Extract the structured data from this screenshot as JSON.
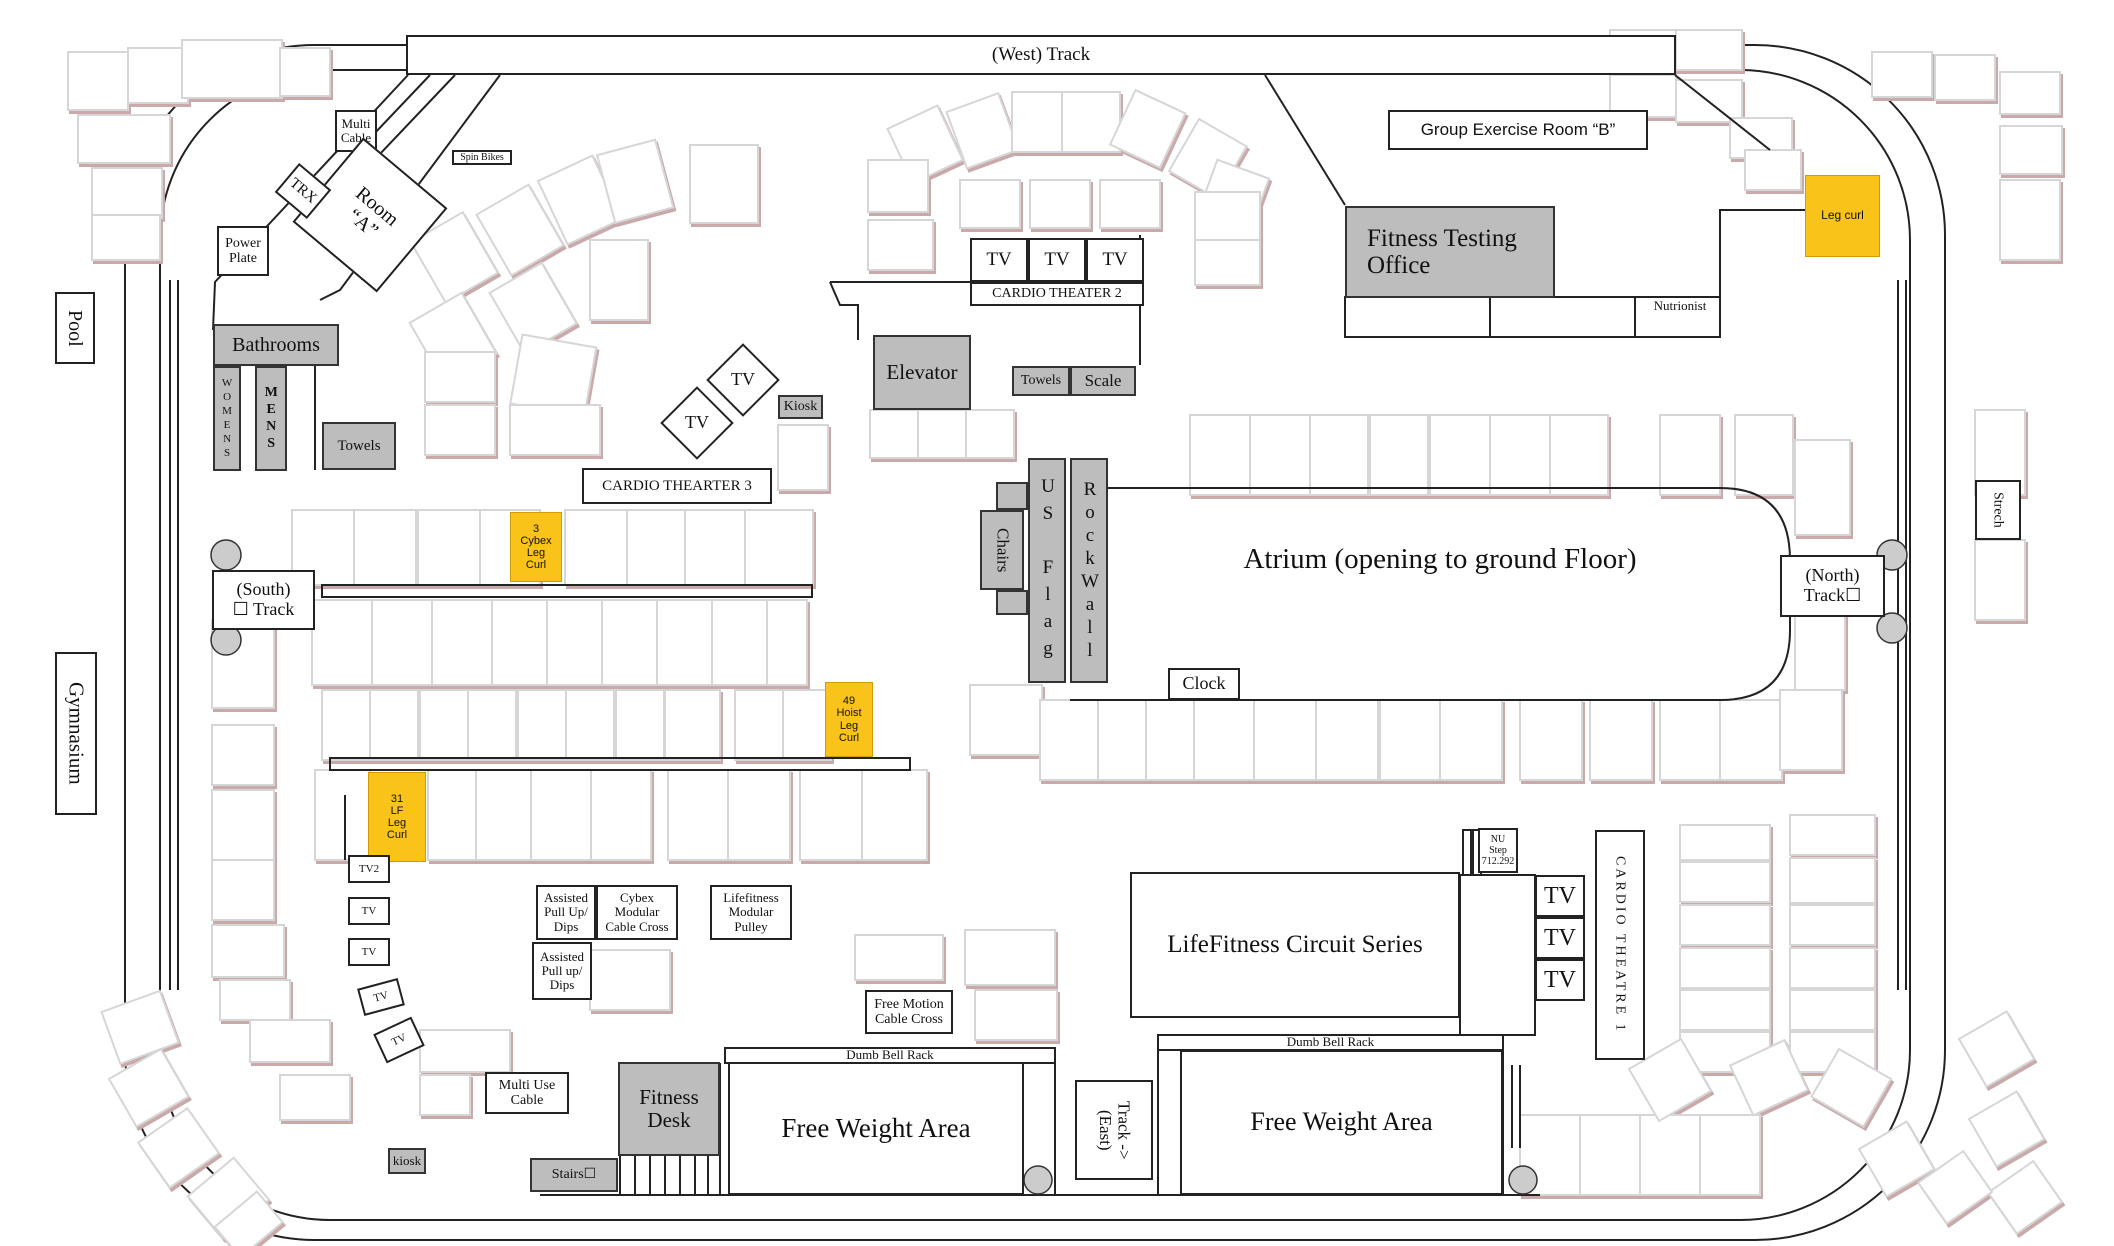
{
  "track": {
    "west": "(West) Track",
    "south": "(South)\n☐ Track",
    "north": "(North)\nTrack☐",
    "east": "Track ->\n(East)"
  },
  "outside": {
    "pool": "Pool",
    "gymnasium": "Gymnasium",
    "stretch": "Strech"
  },
  "rooms": {
    "room_a": "Room\n“A”",
    "multi_cable": "Multi\nCable",
    "spin_bikes": "Spin Bikes",
    "trx": "TRX",
    "power_plate": "Power\nPlate",
    "bathrooms": "Bathrooms",
    "womens": "WOMENS",
    "mens": "MENS",
    "towels_left": "Towels",
    "group_exercise_b": "Group Exercise Room “B”",
    "fitness_testing": "Fitness Testing\nOffice",
    "nutrionist": "Nutrionist",
    "elevator": "Elevator",
    "towels_center": "Towels",
    "scale": "Scale",
    "kiosk_top": "Kiosk",
    "cardio_theater_2": "CARDIO THEATER  2",
    "cardio_thearter_3": "CARDIO THEARTER  3",
    "chairs": "Chairs",
    "us_flag": "US Flag",
    "rock_wall": "RockWall",
    "atrium": "Atrium (opening to ground Floor)",
    "clock": "Clock",
    "lifefitness_circuit": "LifeFitness Circuit Series",
    "nu_step": "NU\nStep\n712.292",
    "cardio_theatre_1": "CARDIO THEATRE 1",
    "dumb_bell_rack_1": "Dumb Bell Rack",
    "dumb_bell_rack_2": "Dumb Bell Rack",
    "free_weight_1": "Free Weight Area",
    "free_weight_2": "Free Weight Area",
    "fitness_desk": "Fitness\nDesk",
    "stairs": "Stairs☐",
    "kiosk_bottom": "kiosk",
    "multi_use_cable": "Multi Use\nCable",
    "free_motion": "Free Motion\nCable Cross",
    "assisted_1": "Assisted\nPull Up/\nDips",
    "assisted_2": "Assisted\nPull up/\nDips",
    "cybex_modular": "Cybex\nModular\nCable Cross",
    "lifefitness_modular": "Lifefitness\nModular\nPulley"
  },
  "tv_label": "TV",
  "tv2_label": "TV2",
  "highlights": {
    "leg_curl_top": "Leg curl",
    "cybex_leg_curl": "3\nCybex\nLeg\nCurl",
    "hoist_leg_curl": "49\nHoist\nLeg\nCurl",
    "lf_leg_curl": "31\nLF\nLeg\nCurl"
  },
  "colors": {
    "highlight": "#f9c31a",
    "room_fill": "#bdbdbd",
    "line": "#222222"
  }
}
